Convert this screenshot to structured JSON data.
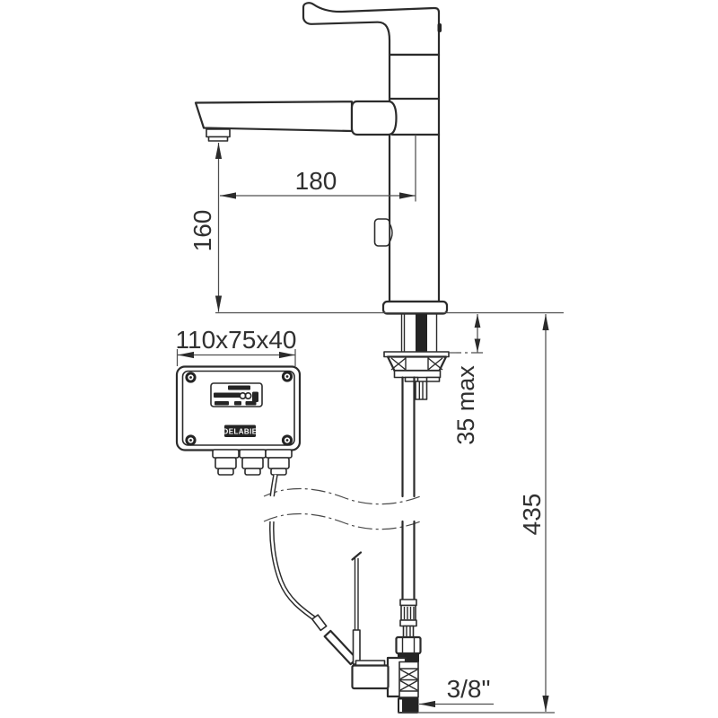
{
  "drawing": {
    "type": "technical-dimension-drawing",
    "subject": "deck-mounted electronic mixer tap with control box and solenoid valve",
    "brand": "DELABIE",
    "labels": {
      "spout_reach": "180",
      "spout_height": "160",
      "control_box_dimensions": "110x75x40",
      "deck_thickness_max": "35 max",
      "under_deck_height": "435",
      "inlet_connection": "3/8\"",
      "logo": "DELABIE"
    },
    "colors": {
      "line": "#2b2b2b",
      "dimension": "#4f4f4f",
      "background": "#ffffff"
    }
  }
}
